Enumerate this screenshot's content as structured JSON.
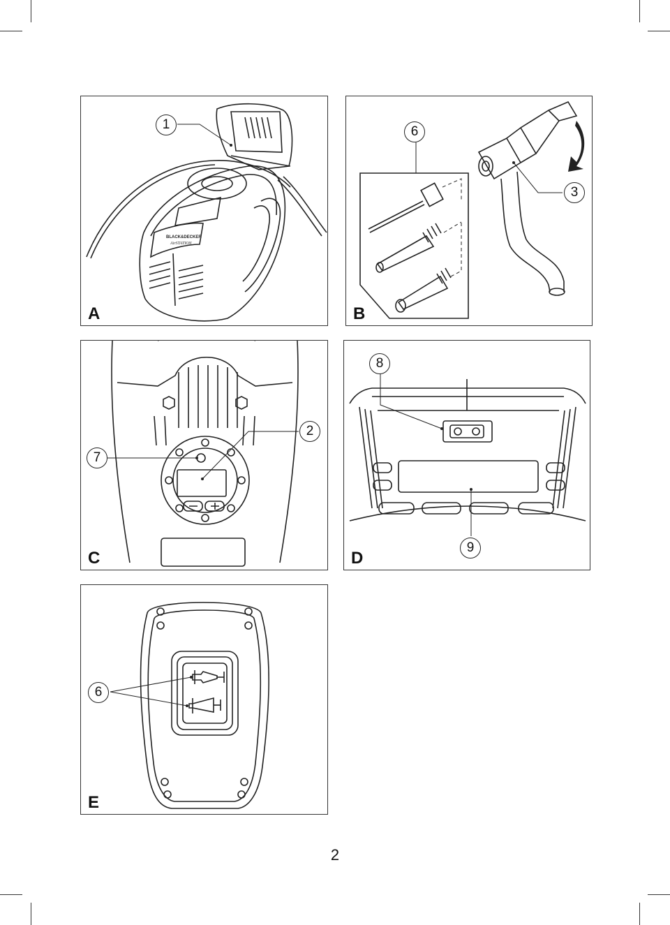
{
  "panels": {
    "A": {
      "label": "A",
      "callouts": [
        "1"
      ]
    },
    "B": {
      "label": "B",
      "callouts": [
        "6",
        "3"
      ]
    },
    "C": {
      "label": "C",
      "callouts": [
        "7",
        "2"
      ]
    },
    "D": {
      "label": "D",
      "callouts": [
        "8",
        "9"
      ]
    },
    "E": {
      "label": "E",
      "callouts": [
        "6"
      ]
    }
  },
  "page_number": "2",
  "logo": {
    "brand": "BLACK&DECKER",
    "model": "AirSTATION"
  }
}
